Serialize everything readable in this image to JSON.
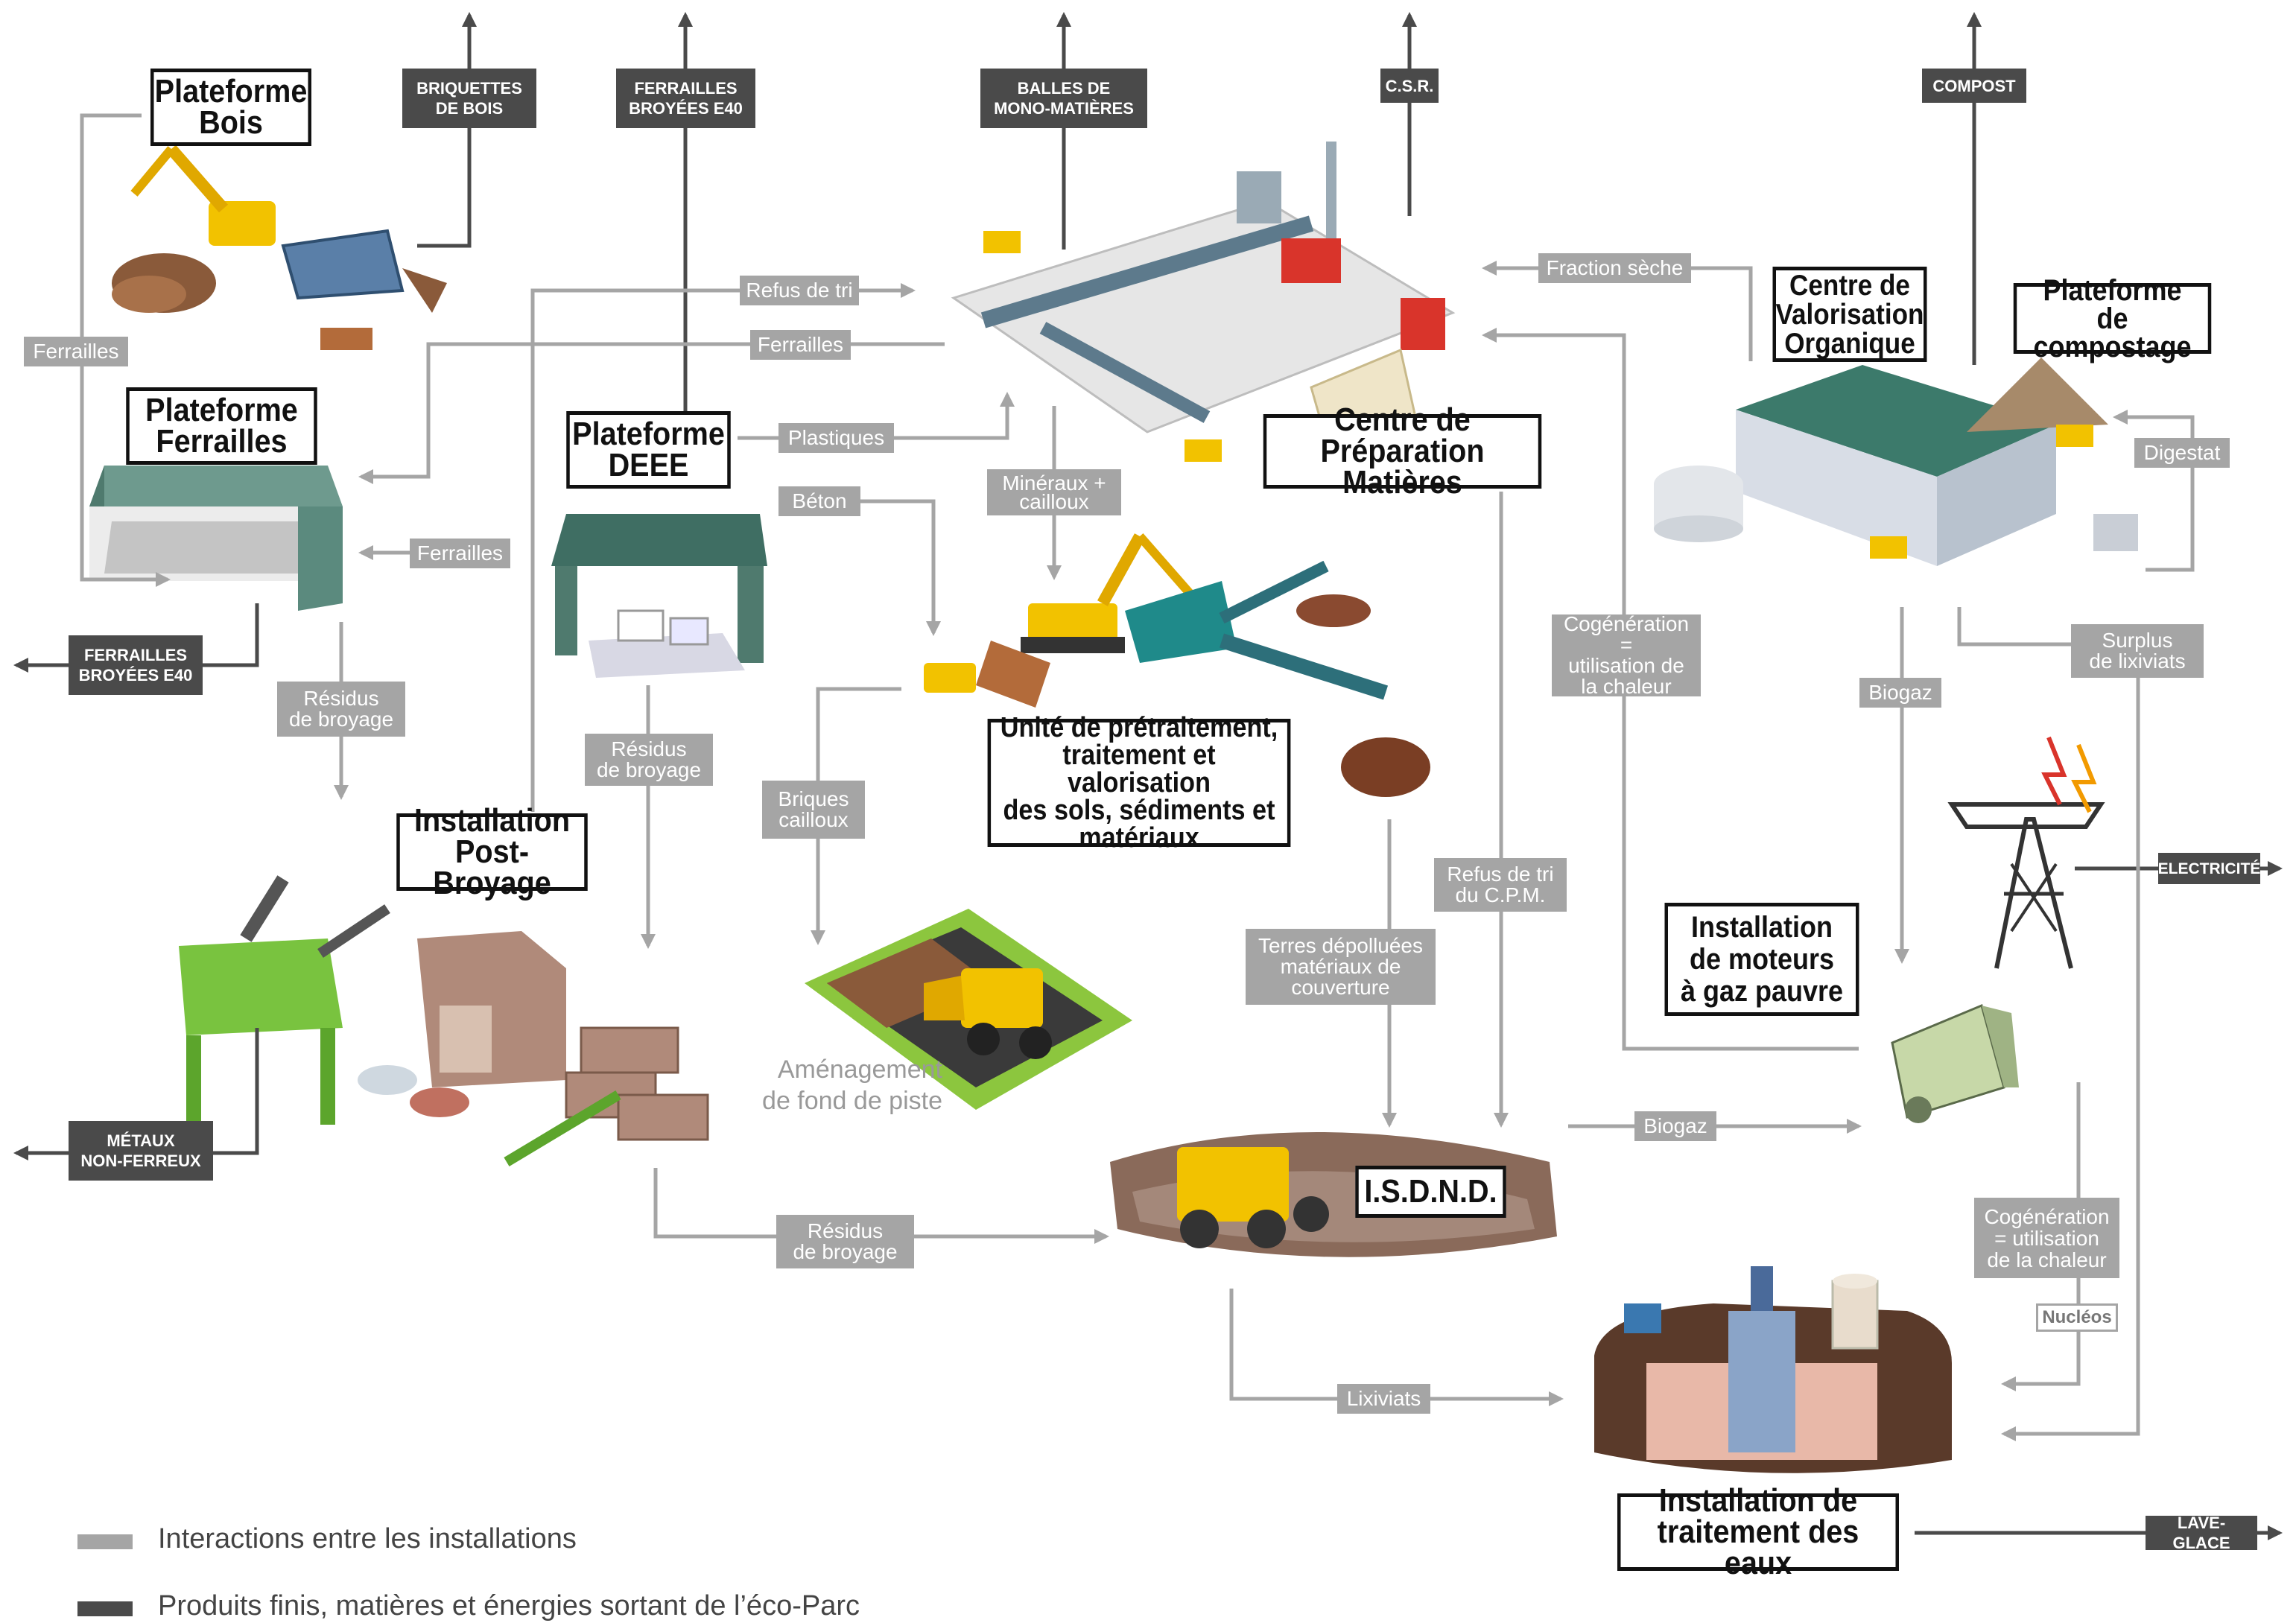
{
  "colors": {
    "interaction": "#a5a5a5",
    "output": "#4a4a4a",
    "box_border": "#111111",
    "illustration_green": "#3c7a6b",
    "illustration_yellow": "#f2c200"
  },
  "facilities": {
    "bois": "Plateforme\nBois",
    "ferrailles": "Plateforme\nFerrailles",
    "deee": "Plateforme\nDEEE",
    "post_broyage": "Installation\nPost-Broyage",
    "cpm": "Centre de\nPréparation Matières",
    "pretraitement": "Unité de prétraitement,\ntraitement et valorisation\ndes sols, sédiments et\nmatériaux",
    "cvo": "Centre de\nValorisation\nOrganique",
    "compostage": "Plateforme\nde compostage",
    "moteurs": "Installation\nde moteurs\nà gaz pauvre",
    "isdnd": "I.S.D.N.D.",
    "eaux": "Installation de\ntraitement des eaux"
  },
  "outputs": {
    "briquettes": "BRIQUETTES\nDE BOIS",
    "ferrailles_top": "FERRAILLES\nBROYÉES E40",
    "balles": "BALLES DE\nMONO-MATIÈRES",
    "csr": "C.S.R.",
    "compost": "COMPOST",
    "ferrailles_left": "FERRAILLES\nBROYÉES E40",
    "metaux": "MÉTAUX\nNON-FERREUX",
    "electricite": "ELECTRICITÉ",
    "lave_glace": "LAVE-GLACE"
  },
  "flows": {
    "ferrailles_bois": "Ferrailles",
    "refus_de_tri": "Refus de tri",
    "ferrailles_cpm": "Ferrailles",
    "plastiques": "Plastiques",
    "ferrailles_deee": "Ferrailles",
    "beton": "Béton",
    "mineraux": "Minéraux +\ncailloux",
    "residus_1": "Résidus\nde broyage",
    "residus_2": "Résidus\nde broyage",
    "briques": "Briques\ncailloux",
    "fraction_seche": "Fraction sèche",
    "digestat": "Digestat",
    "cogeneration_1": "Cogénération =\nutilisation de\nla chaleur",
    "biogaz_1": "Biogaz",
    "surplus": "Surplus\nde lixiviats",
    "refus_cpm": "Refus de tri\ndu C.P.M.",
    "terres": "Terres dépolluées\nmatériaux de\ncouverture",
    "biogaz_2": "Biogaz",
    "residus_3": "Résidus\nde broyage",
    "cogeneration_2": "Cogénération\n= utilisation\nde la chaleur",
    "nucleos": "Nucléos",
    "lixiviats": "Lixiviats"
  },
  "notes": {
    "amenagement": "Aménagement\nde fond de piste"
  },
  "legend": {
    "interactions": "Interactions entre les installations",
    "produits": "Produits finis, matières et énergies sortant de l’éco-Parc"
  }
}
